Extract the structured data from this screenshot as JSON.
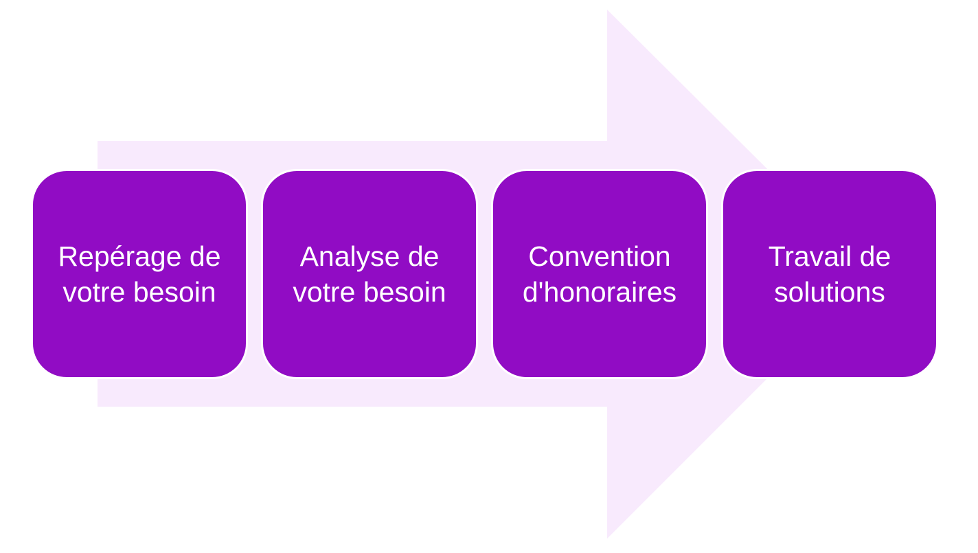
{
  "colors": {
    "arrow_fill": "#f8eafd",
    "step_fill": "#910cc4",
    "step_text": "#ffffff",
    "background": "#ffffff"
  },
  "steps": [
    {
      "label": "Repérage de\nvotre besoin"
    },
    {
      "label": "Analyse de\nvotre besoin"
    },
    {
      "label": "Convention\nd'honoraires"
    },
    {
      "label": "Travail de\nsolutions"
    }
  ]
}
